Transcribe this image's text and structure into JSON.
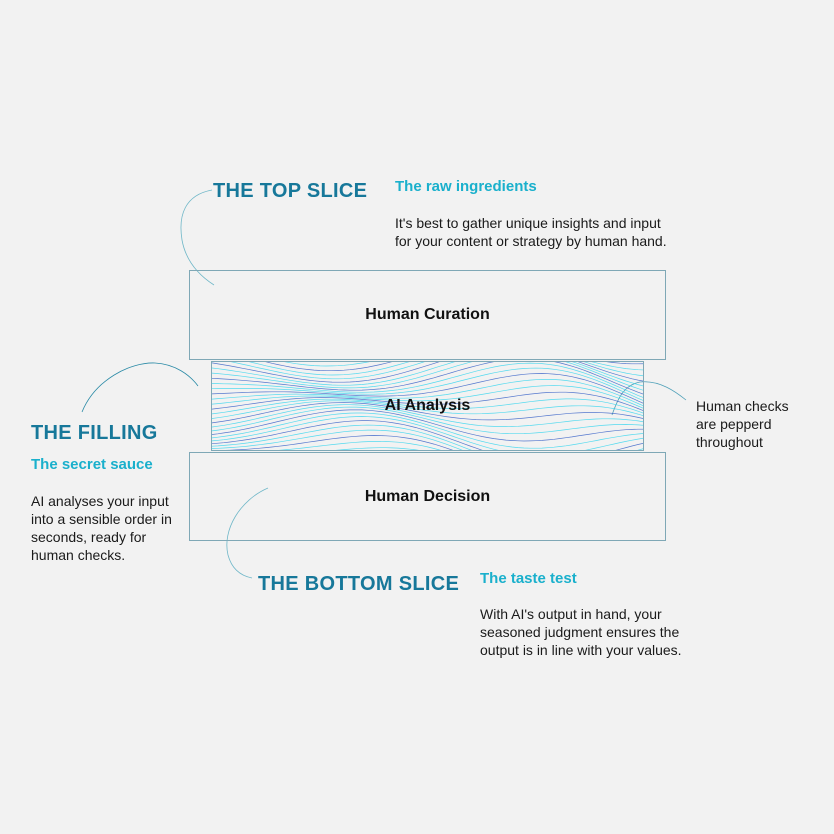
{
  "top": {
    "heading": "THE TOP SLICE",
    "subheading": "The raw ingredients",
    "body_lines": [
      "It's best to gather unique insights and input",
      "for your content or strategy by human hand."
    ],
    "box_label": "Human Curation"
  },
  "filling": {
    "heading": "THE FILLING",
    "subheading": "The secret sauce",
    "body_lines": [
      "AI analyses your input",
      "into a sensible order in",
      "seconds, ready for",
      "human checks."
    ],
    "box_label": "AI Analysis"
  },
  "bottom": {
    "heading": "THE BOTTOM SLICE",
    "subheading": "The taste test",
    "body_lines": [
      "With AI's output in hand, your",
      "seasoned judgment ensures the",
      "output is in line with your values."
    ],
    "box_label": "Human Decision"
  },
  "side_note": {
    "lines": [
      "Human checks",
      "are pepperd",
      "throughout"
    ]
  },
  "colors": {
    "heading": "#17789a",
    "subheading": "#1ab0cc",
    "border": "#7fa8b6",
    "wave_light": "#38d6ee",
    "wave_dark": "#3a63c8"
  }
}
